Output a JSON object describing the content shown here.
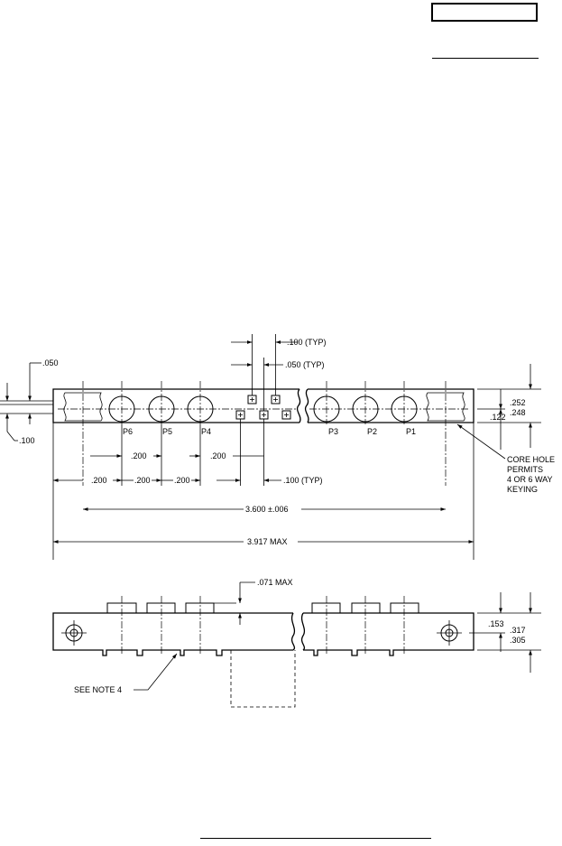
{
  "labels": {
    "d050": ".050",
    "d100_left": ".100",
    "typ100_top": ".100 (TYP)",
    "typ050": ".050 (TYP)",
    "d252": ".252",
    "d248": ".248",
    "d122": ".122",
    "p6": "P6",
    "p5": "P5",
    "p4": "P4",
    "p3": "P3",
    "p2": "P2",
    "p1": "P1",
    "d200_a": ".200",
    "d200_b": ".200",
    "d200_c": ".200",
    "d200_d": ".200",
    "d200_e": ".200",
    "typ100_bottom": ".100 (TYP)",
    "core_hole_1": "CORE HOLE",
    "core_hole_2": "PERMITS",
    "core_hole_3": "4 OR 6 WAY",
    "core_hole_4": "KEYING",
    "d3600": "3.600 ±.006",
    "d3917": "3.917 MAX",
    "d071": ".071 MAX",
    "d153": ".153",
    "d317": ".317",
    "d305": ".305",
    "see_note": "SEE NOTE 4"
  }
}
